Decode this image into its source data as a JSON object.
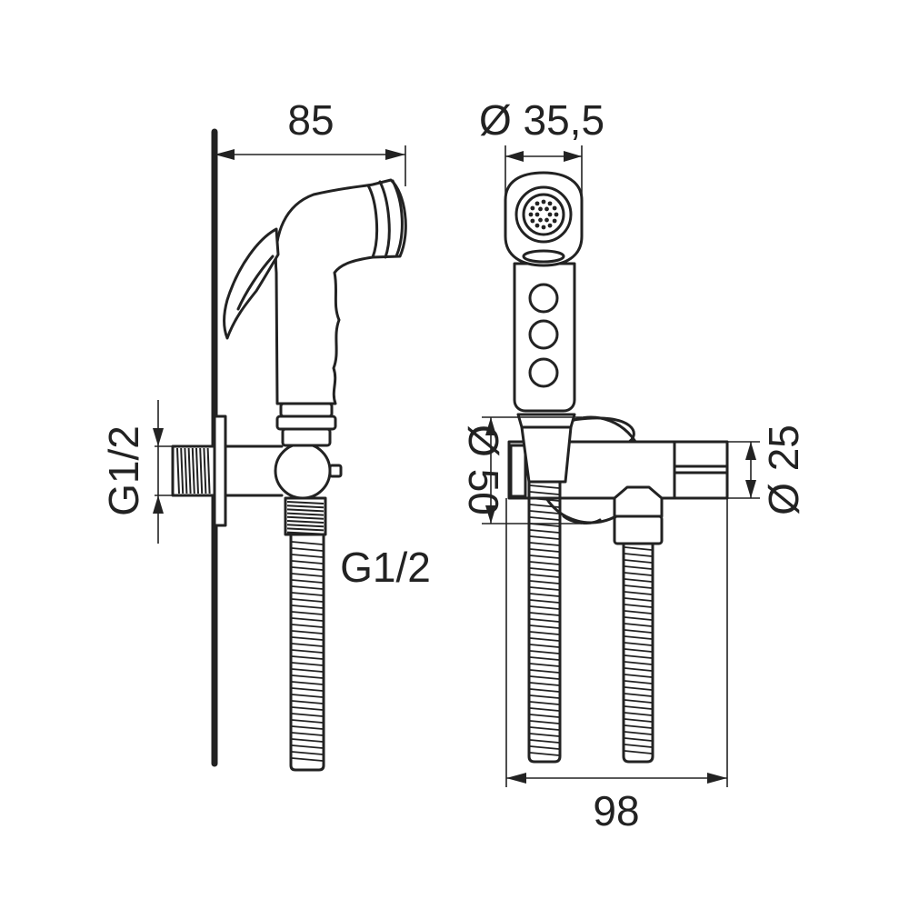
{
  "dimensions": {
    "side_width": "85",
    "head_diameter": "Ø 35,5",
    "inlet_thread": "G1/2",
    "outlet_thread": "G1/2",
    "elbow_diameter": "Ø 50",
    "body_diameter": "Ø 25",
    "front_width": "98"
  },
  "colors": {
    "line": "#222222",
    "background": "#ffffff"
  }
}
